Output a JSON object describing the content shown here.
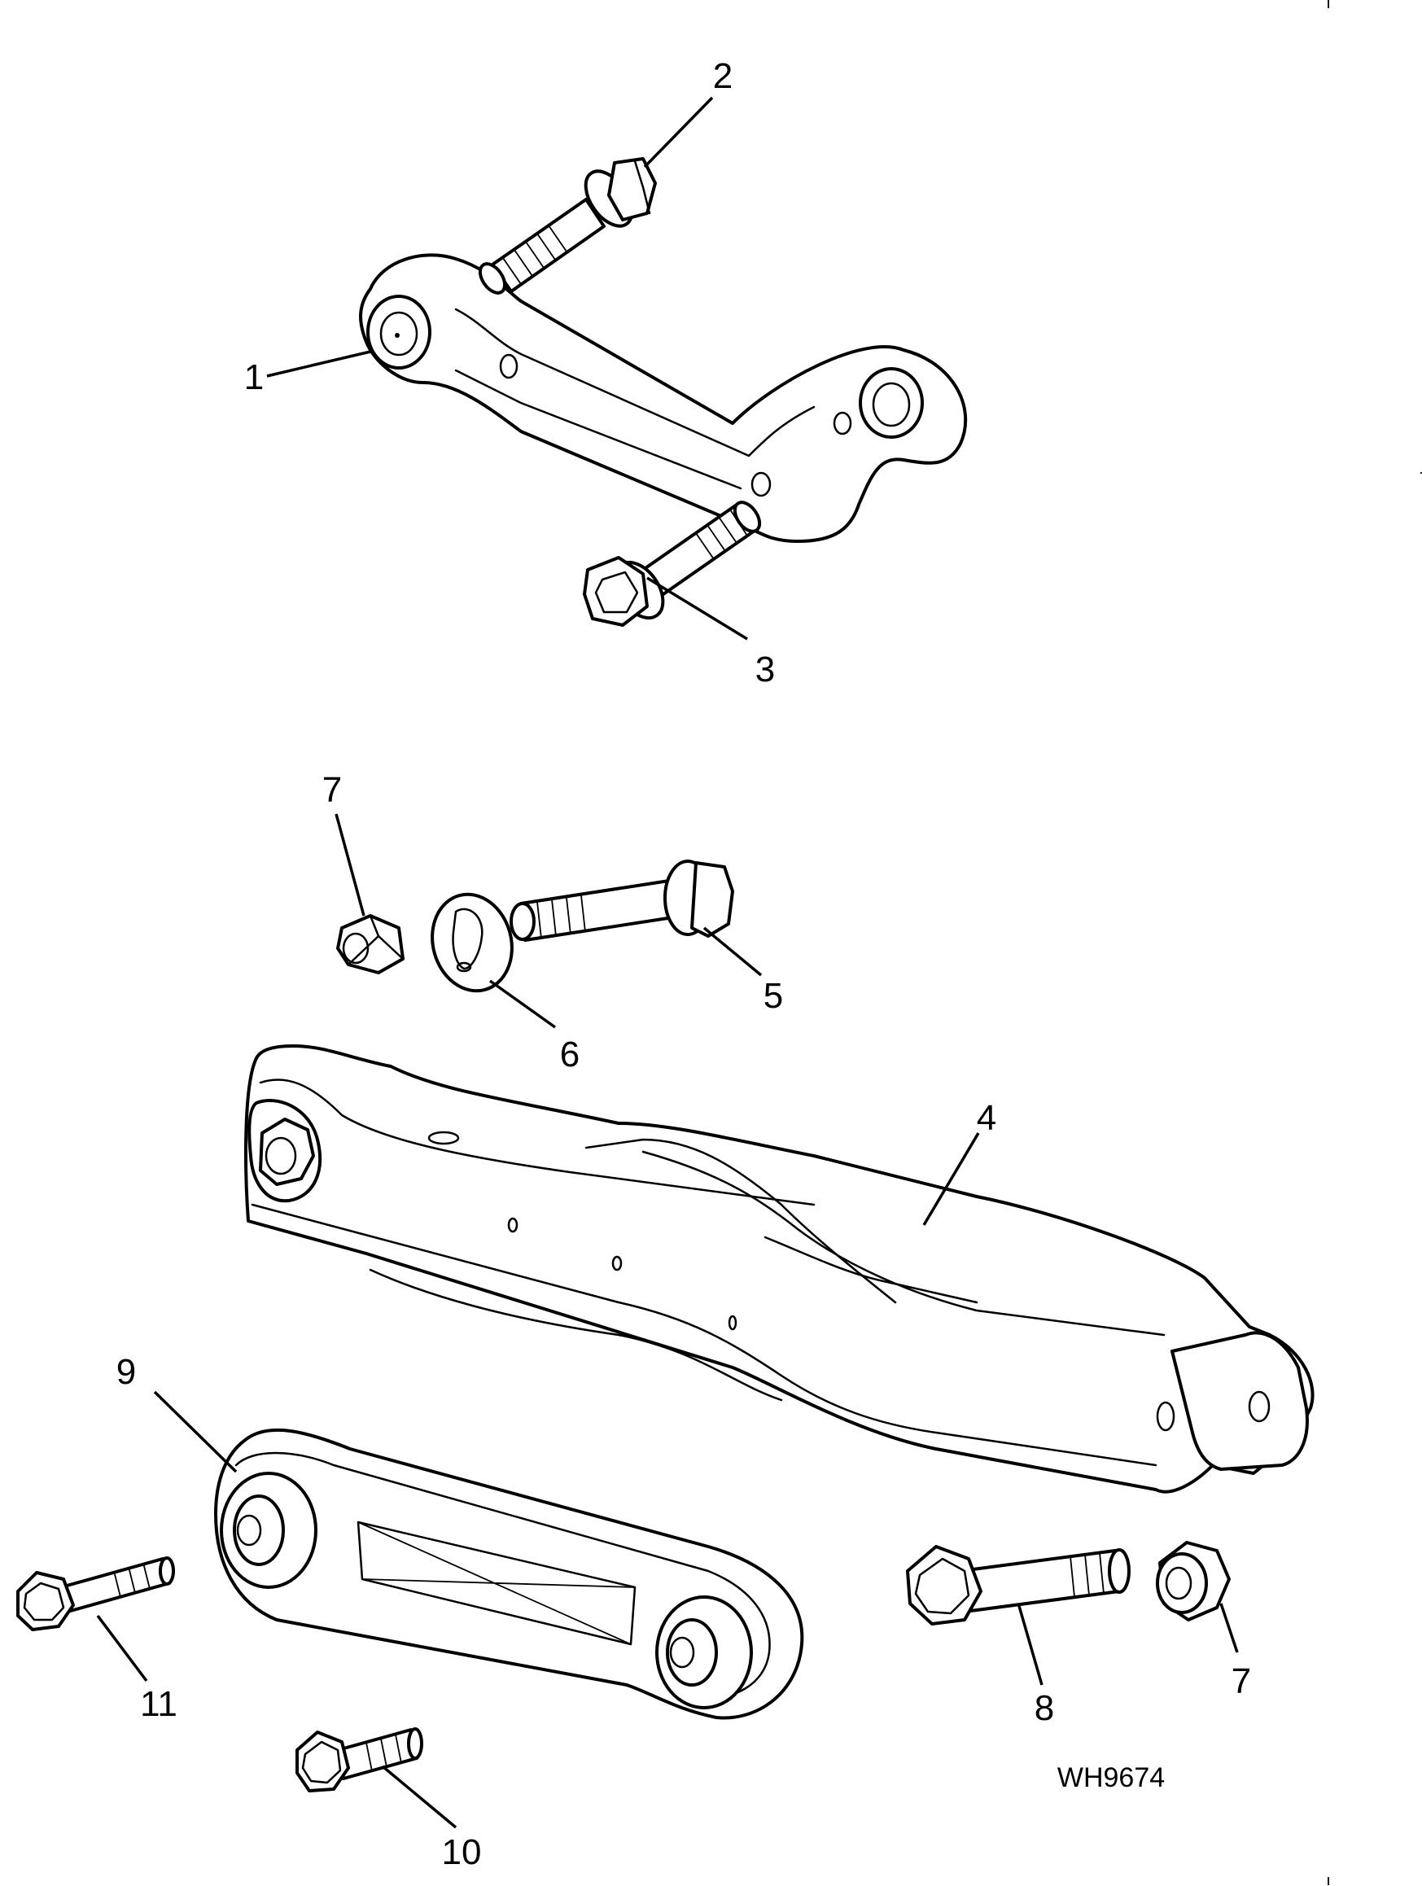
{
  "callouts": {
    "c1": "1",
    "c2": "2",
    "c3": "3",
    "c4": "4",
    "c5": "5",
    "c6": "6",
    "c7a": "7",
    "c7b": "7",
    "c8": "8",
    "c9": "9",
    "c10": "10",
    "c11": "11"
  },
  "reference_code": "WH9674",
  "colors": {
    "line": "#000000",
    "background": "#ffffff"
  }
}
